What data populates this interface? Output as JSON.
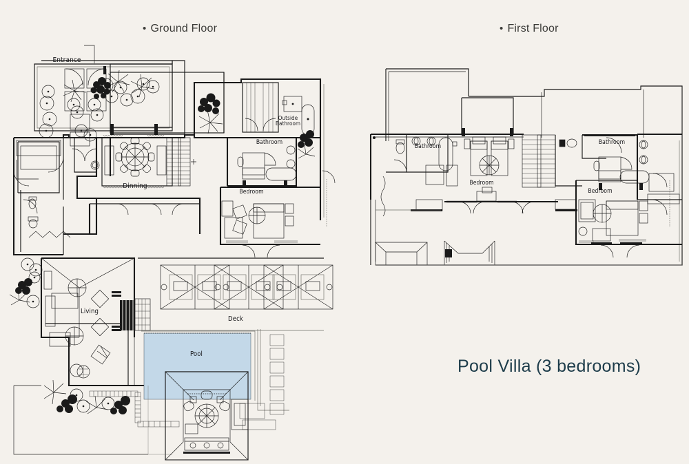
{
  "page": {
    "background_color": "#f4f1ec",
    "title": "Pool Villa (3 bedrooms)",
    "title_color": "#1d3c4a",
    "line_color": "#1a1a1a"
  },
  "captions": {
    "bullet": "•",
    "ground": "Ground Floor",
    "first": "First Floor"
  },
  "ground_floor": {
    "labels": {
      "entrance": "Entrance",
      "dinning": "Dinning",
      "outside_bathroom": "Outside\nBathroom",
      "bathroom": "Bathroom",
      "bedroom": "Bedroom",
      "living": "Living",
      "deck": "Deck",
      "pool": "Pool"
    }
  },
  "first_floor": {
    "labels": {
      "bathroom_left": "Bathroom",
      "bedroom_left": "Bedroom",
      "bathroom_right": "Bathroom",
      "bedroom_right": "Bedroom"
    }
  },
  "colors": {
    "pool_fill": "#c3d8e8",
    "paper": "#f4f1ec",
    "ink": "#1a1a1a",
    "accent": "#1d3c4a"
  }
}
